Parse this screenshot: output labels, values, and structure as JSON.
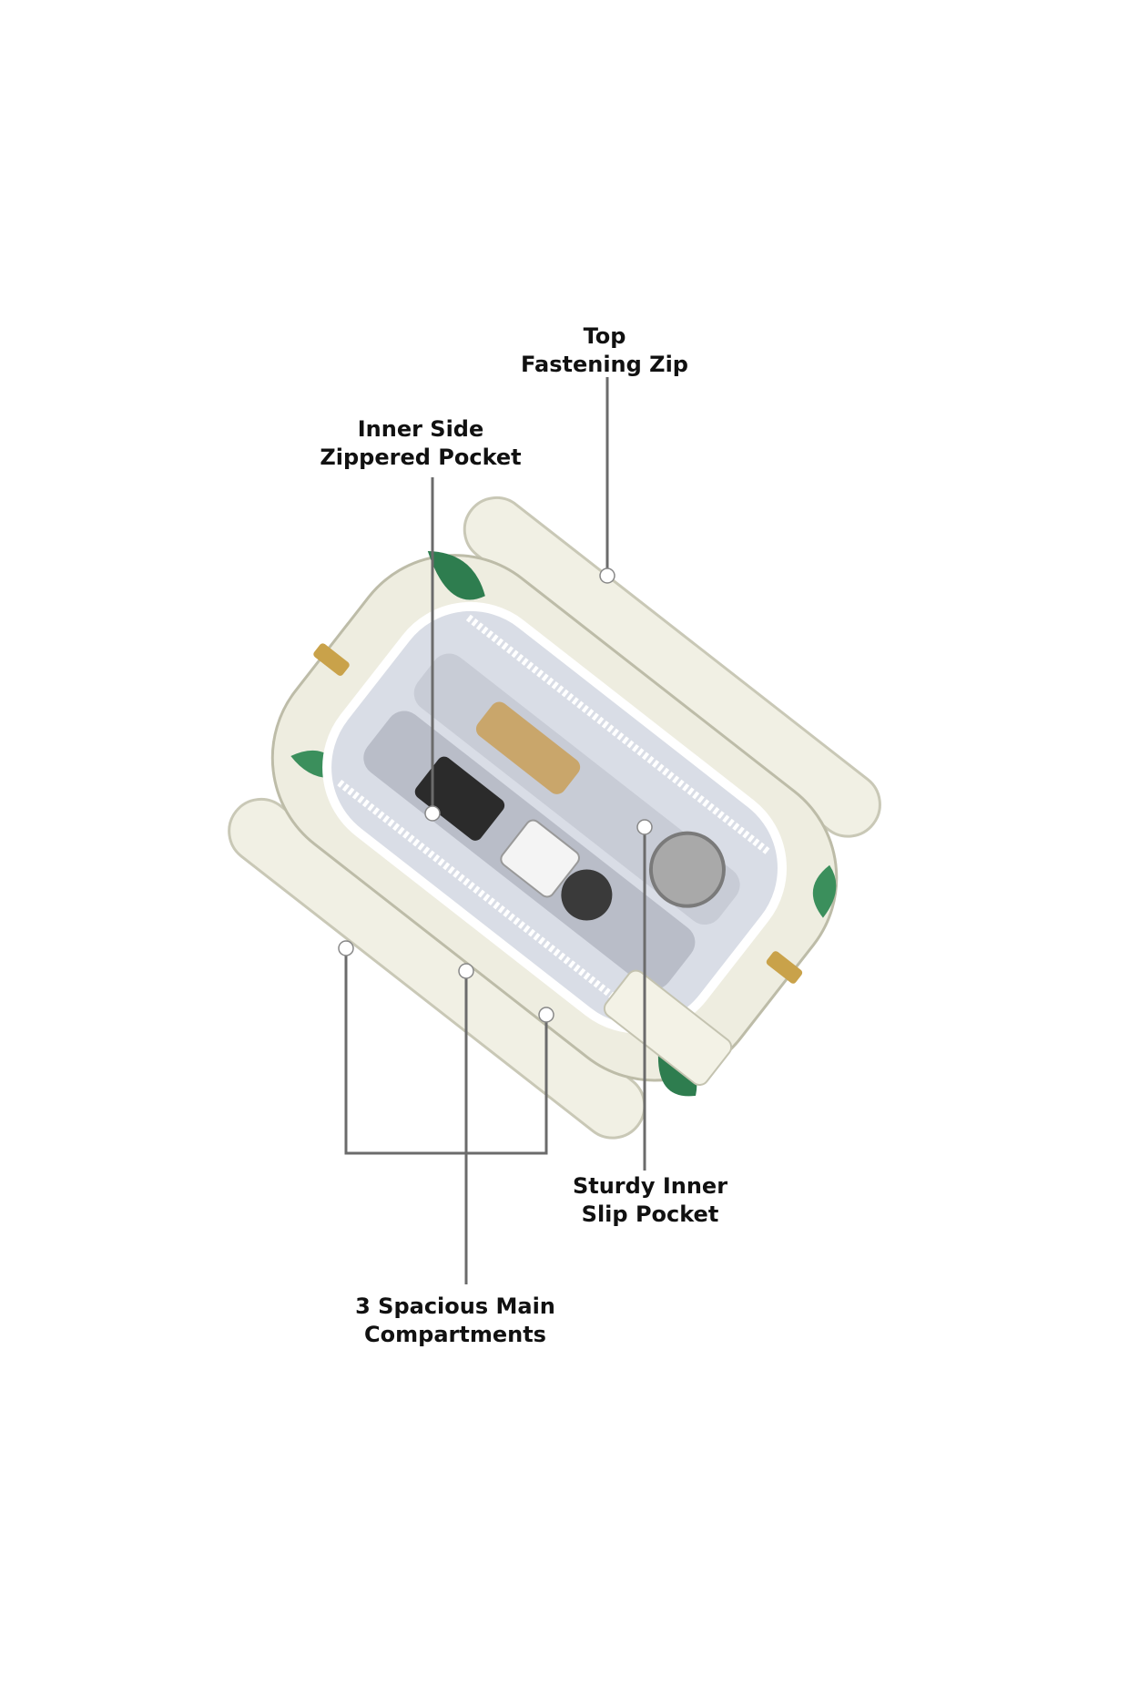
{
  "callouts": [
    {
      "id": "top-zip",
      "lines": [
        "Top",
        "Fastening Zip"
      ]
    },
    {
      "id": "inner-side-pocket",
      "lines": [
        "Inner Side",
        "Zippered Pocket"
      ]
    },
    {
      "id": "slip-pocket",
      "lines": [
        "Sturdy Inner",
        "Slip Pocket"
      ]
    },
    {
      "id": "main-compartments",
      "lines": [
        "3 Spacious Main",
        "Compartments"
      ]
    }
  ],
  "colors": {
    "background": "#ffffff",
    "leader_line": "#6b6b6b",
    "bag_body": "#efeee2",
    "lining": "#d9dde6",
    "print_green": "#2e7d4f",
    "hardware_gold": "#c9a24a"
  }
}
